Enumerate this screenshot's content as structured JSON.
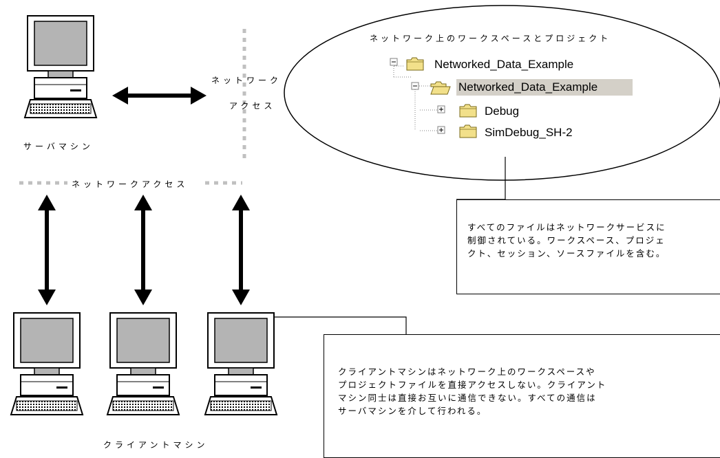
{
  "labels": {
    "server_machine": "サーバマシン",
    "network_access_vertical_1": "ネットワーク",
    "network_access_vertical_2": "アクセス",
    "network_access_horizontal": "ネットワークアクセス",
    "client_machines": "クライアントマシン"
  },
  "ellipse": {
    "title": "ネットワーク上のワークスペースとプロジェクト",
    "tree": {
      "workspace": "Networked_Data_Example",
      "project": "Networked_Data_Example",
      "config_1": "Debug",
      "config_2": "SimDebug_SH-2"
    }
  },
  "notes": {
    "server_note": [
      "すべてのファイルはネットワークサービスに",
      "制御されている。ワークスペース、プロジェ",
      "クト、セッション、ソースファイルを含む。"
    ],
    "client_note": [
      "クライアントマシンはネットワーク上のワークスペースや",
      "プロジェクトファイルを直接アクセスしない。クライアント",
      "マシン同士は直接お互いに通信できない。すべての通信は",
      "サーバマシンを介して行われる。"
    ]
  },
  "colors": {
    "monitor_screen": "#b4b4b4",
    "folder_fill": "#f2e08a",
    "selection_highlight": "#d4d0c8",
    "dash_gray": "#c0c0c0"
  }
}
